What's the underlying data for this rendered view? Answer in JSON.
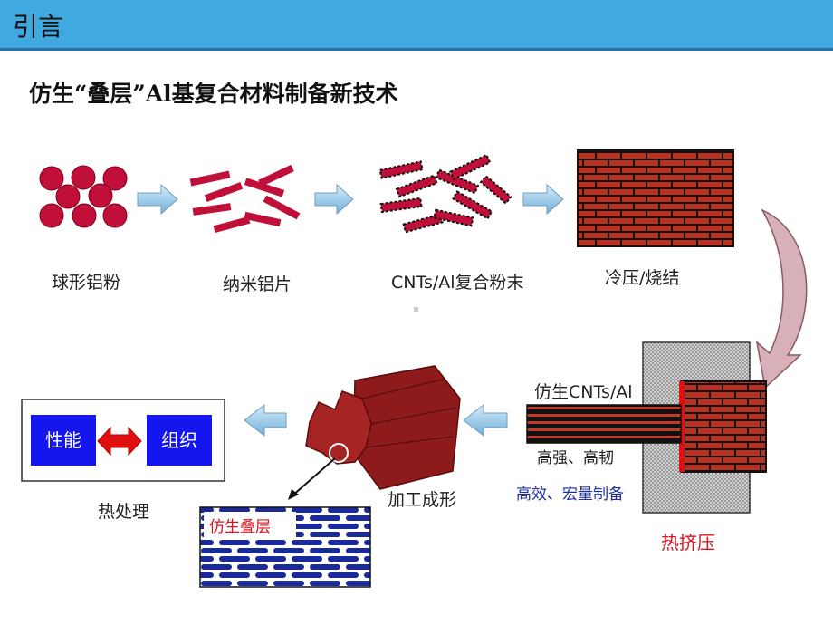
{
  "header": {
    "title": "引言"
  },
  "subtitle": "仿生“叠层”Al基复合材料制备新技术",
  "steps": {
    "step1": "球形铝粉",
    "step2": "纳米铝片",
    "step3": "CNTs/Al复合粉末",
    "step4": "冷压/烧结",
    "extrusion": "热挤压",
    "product": "仿生CNTs/Al",
    "props1": "高强、高韧",
    "props2": "高效、宏量制备",
    "forming": "加工成形",
    "heat": "热处理",
    "inset": "仿生叠层"
  },
  "boxes": {
    "left": "性能",
    "right": "组织"
  },
  "colors": {
    "header": "#3fa9e0",
    "material": "#c0392b",
    "brick": "#b8321f",
    "blue_box": "#1515ee",
    "arrow": "#8ec5e6"
  }
}
